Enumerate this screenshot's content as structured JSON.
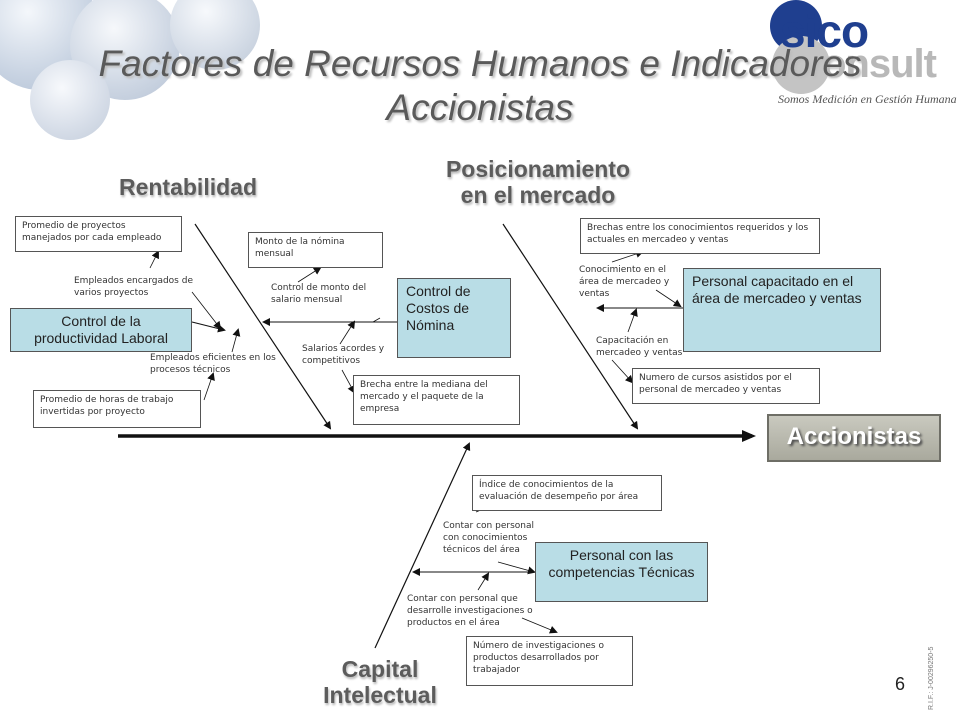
{
  "title": {
    "line1": "Factores de Recursos Humanos e Indicadores",
    "line2": "Accionistas"
  },
  "logo": {
    "word1": "sico",
    "word2": "onsult",
    "tagline": "Somos Medición en Gestión Humana",
    "colors": {
      "primary": "#1f3f8f",
      "secondary": "#b8b8b8"
    }
  },
  "categories": {
    "rentabilidad": "Rentabilidad",
    "posicionamiento": [
      "Posicionamiento",
      "en el mercado"
    ],
    "capital": [
      "Capital",
      "Intelectual"
    ]
  },
  "effect": "Accionistas",
  "controls": {
    "productividad": "Control de la productividad Laboral",
    "costos": "Control de Costos de Nómina",
    "mercadeo": "Personal capacitado en el área de mercadeo y ventas",
    "tecnicas": "Personal con las competencias Técnicas"
  },
  "indicators": {
    "proyectos": "Promedio de proyectos manejados por cada empleado",
    "horas": "Promedio de horas de trabajo invertidas por proyecto",
    "nomina": "Monto de la nómina mensual",
    "brecha_mediana": "Brecha entre la mediana del mercado y el paquete de la empresa",
    "brecha_conoc": "Brechas entre los conocimientos requeridos y los actuales en mercadeo y ventas",
    "cursos": "Numero de cursos asistidos por el personal de mercadeo y ventas",
    "indice": "Índice de conocimientos de la evaluación de desempeño por área",
    "investigaciones": "Número de investigaciones o productos desarrollados por trabajador"
  },
  "labels": {
    "empleados_varios": "Empleados encargados de varios proyectos",
    "empleados_eficientes": "Empleados eficientes en los procesos técnicos",
    "control_monto": "Control de monto del salario mensual",
    "salarios": "Salarios acordes y competitivos",
    "conoc_area": "Conocimiento en el área de mercadeo y ventas",
    "capacitacion": "Capacitación en mercadeo y ventas",
    "contar_conoc": "Contar con personal con conocimientos técnicos del área",
    "contar_invest": "Contar con personal que desarrolle investigaciones o productos en el área"
  },
  "page_number": "6",
  "rif": "R.I.F.: J-00296250-5",
  "colors": {
    "control_box": "#b9dde6",
    "effect_box": "#b3b3a8",
    "arrow": "#111111"
  }
}
